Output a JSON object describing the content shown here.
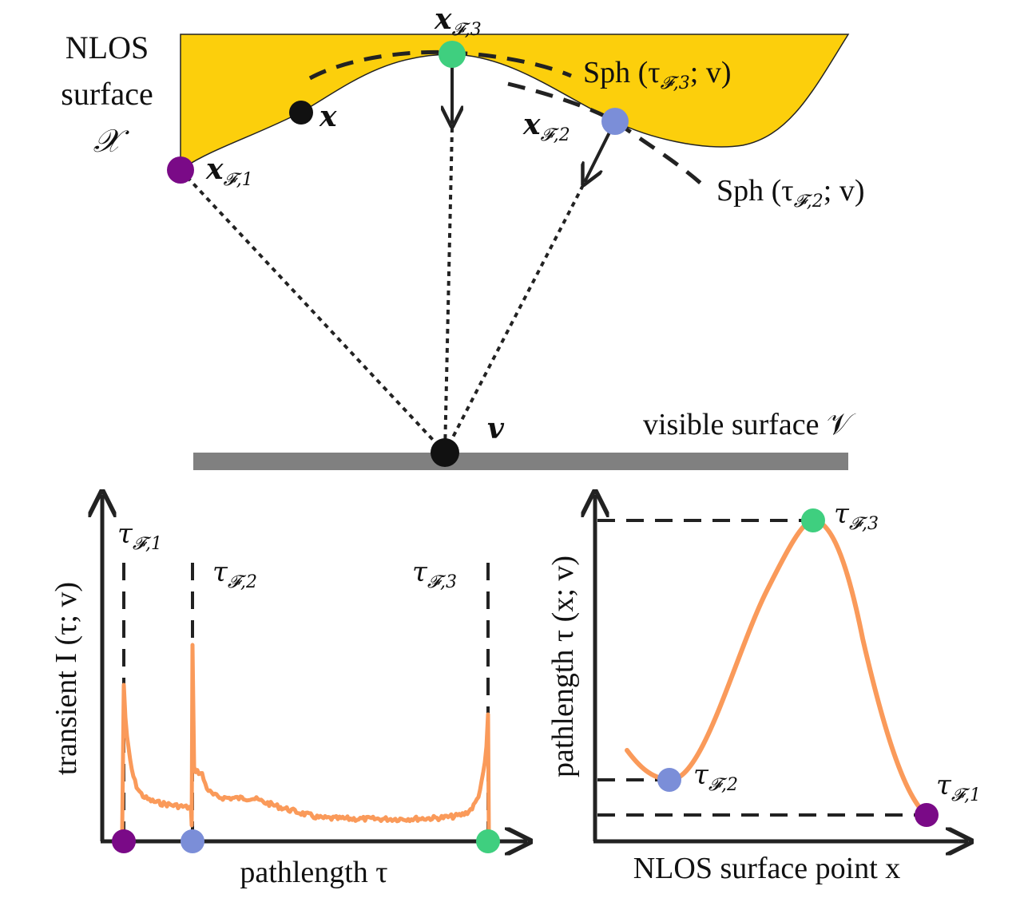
{
  "colors": {
    "surface_fill": "#fccf0c",
    "visible_surface": "#808080",
    "curve": "#fa9a5a",
    "point_f1": "#7a0a87",
    "point_f2": "#7b8ed8",
    "point_f3": "#3fcf7f",
    "point_black": "#111111"
  },
  "top": {
    "nlos_label_line1": "NLOS",
    "nlos_label_line2": "surface",
    "nlos_symbol": "𝒳",
    "point_x_label": "x",
    "f1_main": "x",
    "f1_sub": "𝓕,1",
    "f2_main": "x",
    "f2_sub": "𝓕,2",
    "f3_main": "x",
    "f3_sub": "𝓕,3",
    "sph3_label_pre": "Sph (τ",
    "sph3_label_sub": "𝓕,3",
    "sph3_label_post": "; v)",
    "sph2_label_pre": "Sph (τ",
    "sph2_label_sub": "𝓕,2",
    "sph2_label_post": "; v)",
    "v_label": "v",
    "visible_label": "visible surface 𝒱"
  },
  "left_plot": {
    "ylabel": "transient I (τ; v)",
    "xlabel": "pathlength τ",
    "tau1_main": "τ",
    "tau1_sub": "𝓕,1",
    "tau2_main": "τ",
    "tau2_sub": "𝓕,2",
    "tau3_main": "τ",
    "tau3_sub": "𝓕,3"
  },
  "right_plot": {
    "ylabel": "pathlength τ (x; v)",
    "xlabel": "NLOS surface point x",
    "tau1_main": "τ",
    "tau1_sub": "𝓕,1",
    "tau2_main": "τ",
    "tau2_sub": "𝓕,2",
    "tau3_main": "τ",
    "tau3_sub": "𝓕,3"
  }
}
